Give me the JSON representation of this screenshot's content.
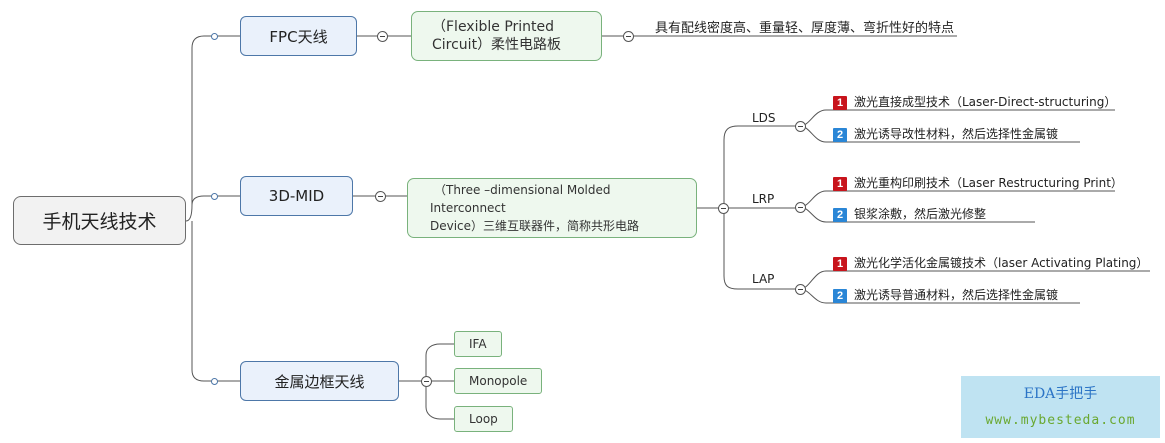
{
  "root": {
    "label": "手机天线技术"
  },
  "fpc": {
    "label": "FPC天线",
    "detail_line1": "（Flexible Printed",
    "detail_line2": "Circuit）柔性电路板",
    "note": "具有配线密度高、重量轻、厚度薄、弯折性好的特点"
  },
  "mid": {
    "label": "3D-MID",
    "detail_line1": "（Three –dimensional Molded",
    "detail_line2": "Interconnect",
    "detail_line3": "Device）三维互联器件，简称共形电路",
    "methods": [
      {
        "name": "LDS",
        "steps": [
          "激光直接成型技术（Laser-Direct-structuring）",
          "激光诱导改性材料，然后选择性金属镀"
        ]
      },
      {
        "name": "LRP",
        "steps": [
          "激光重构印刷技术（Laser Restructuring Print）",
          "银浆涂敷，然后激光修整"
        ]
      },
      {
        "name": "LAP",
        "steps": [
          "激光化学活化金属镀技术（laser Activating Plating）",
          "激光诱导普通材料，然后选择性金属镀"
        ]
      }
    ]
  },
  "metal": {
    "label": "金属边框天线",
    "types": [
      "IFA",
      "Monopole",
      "Loop"
    ]
  },
  "priority_badges": [
    "1",
    "2"
  ],
  "watermark": {
    "line1": "EDA手把手",
    "line2": "www.mybesteda.com"
  },
  "colors": {
    "root_border": "#6d6d6d",
    "level1_border": "#4d77a8",
    "level2_border": "#79b27c",
    "priority1": "#c8141c",
    "priority2": "#2a86d6",
    "watermark_bg": "#bfe3f2"
  }
}
